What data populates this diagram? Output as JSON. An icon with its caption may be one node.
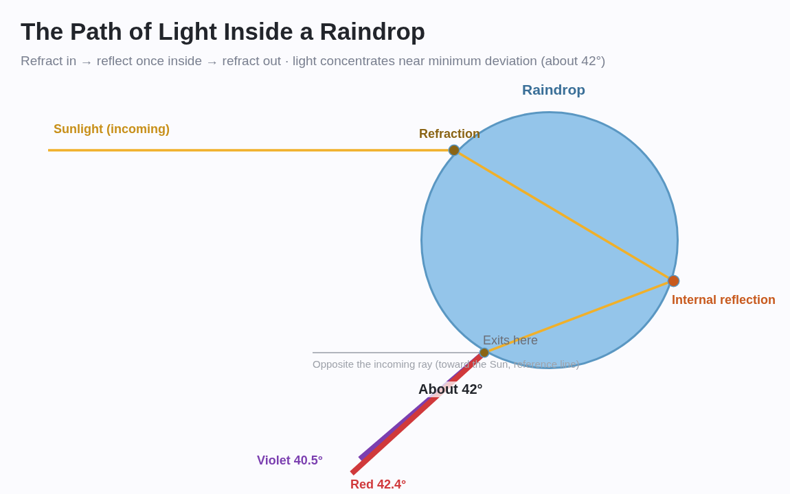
{
  "diagram": {
    "title": "The Path of Light Inside a Raindrop",
    "caption": "Refract in → reflect once inside → refract out · light concentrates near minimum deviation (about 42°)",
    "nodes": [
      {
        "text": [
          "Raindrop"
        ]
      },
      {
        "text": [
          "Refraction"
        ],
        "in": 0
      },
      {
        "text": [
          "Internal reflection"
        ],
        "in": 0
      },
      {
        "text": [
          "Exits here"
        ],
        "in": 0
      }
    ],
    "edges": [
      {
        "from": null,
        "to": 1,
        "arrow": "none",
        "label": "Sunlight (incoming)"
      },
      {
        "from": 1,
        "to": 2,
        "arrow": "none"
      },
      {
        "from": 2,
        "to": 3,
        "arrow": "none"
      },
      {
        "from": 3,
        "to": null,
        "arrow": "none",
        "label": "Violet 40.5°",
        "style": "thick",
        "color": "#7b3fb0"
      },
      {
        "from": 3,
        "to": null,
        "arrow": "none",
        "label": "Red 42.4°",
        "style": "thick",
        "color": "#d0393b"
      }
    ],
    "labels": [
      "Opposite the incoming ray (toward the Sun, reference line)",
      "About 42°"
    ]
  }
}
